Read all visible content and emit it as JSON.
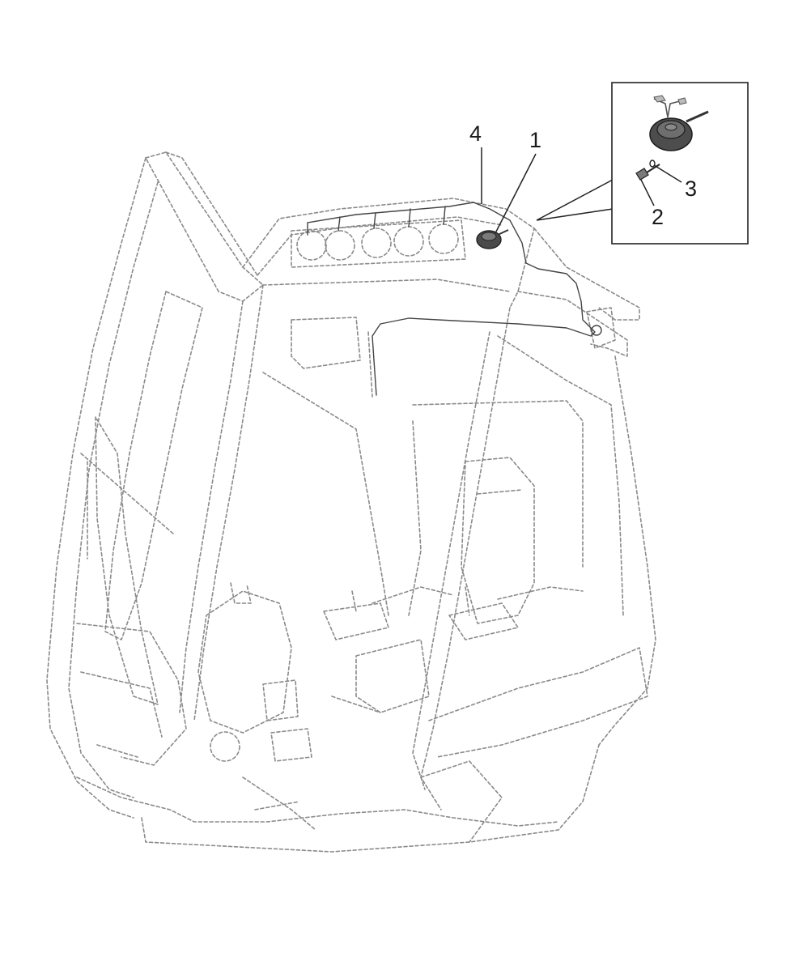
{
  "callouts": {
    "horn": "1",
    "bolt": "2",
    "washer": "3",
    "harness": "4"
  },
  "colors": {
    "outline": "#8a8a8a",
    "part": "#4a4a4a",
    "leader": "#222222",
    "background": "#ffffff"
  }
}
